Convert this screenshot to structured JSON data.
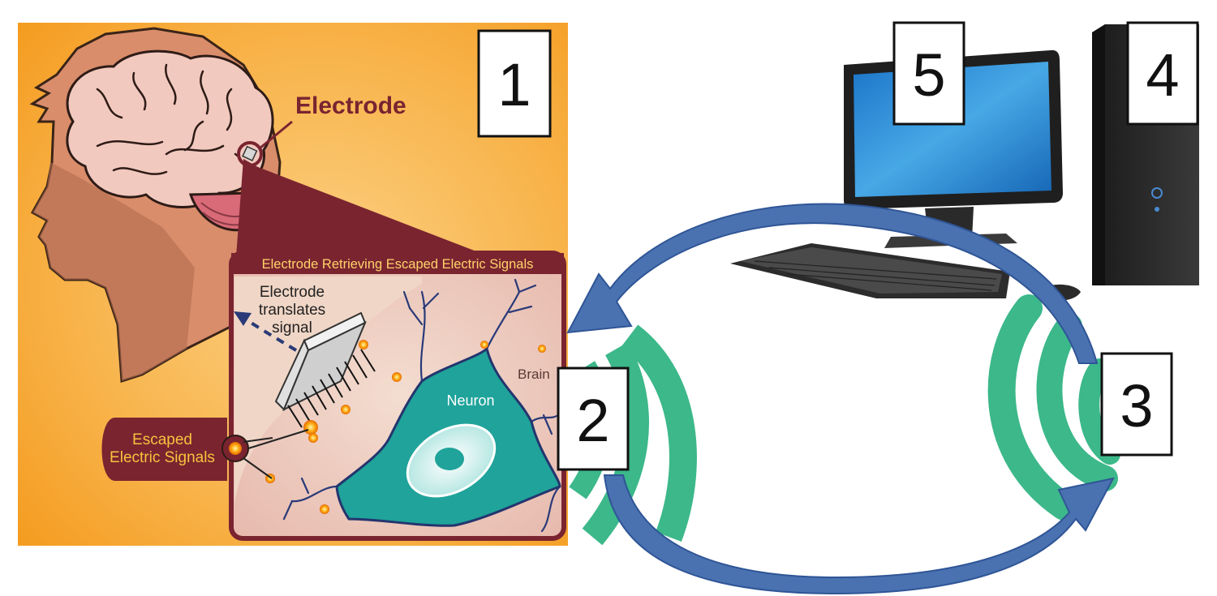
{
  "panel_labels": {
    "one": "1",
    "two": "2",
    "three": "3",
    "four": "4",
    "five": "5"
  },
  "brain_panel": {
    "electrode_label": "Electrode",
    "inset_title": "Electrode Retrieving Escaped Electric Signals",
    "translate_line1": "Electrode",
    "translate_line2": "translates",
    "translate_line3": "signal",
    "brain_label": "Brain",
    "neuron_label": "Neuron",
    "escaped_line1": "Escaped",
    "escaped_line2": "Electric Signals"
  },
  "colors": {
    "background_orange": "#f7a832",
    "maroon": "#7a2430",
    "arrow_blue": "#4a72b0",
    "signal_green": "#3cb88a",
    "neuron_teal": "#1fa39a",
    "monitor_screen": "#2f8fd0"
  },
  "icons": [
    "head-icon",
    "brain-icon",
    "electrode-icon",
    "neuron-icon",
    "computer-monitor-icon",
    "computer-tower-icon",
    "keyboard-icon",
    "wireless-signal-icon",
    "cycle-arrow-icon"
  ]
}
